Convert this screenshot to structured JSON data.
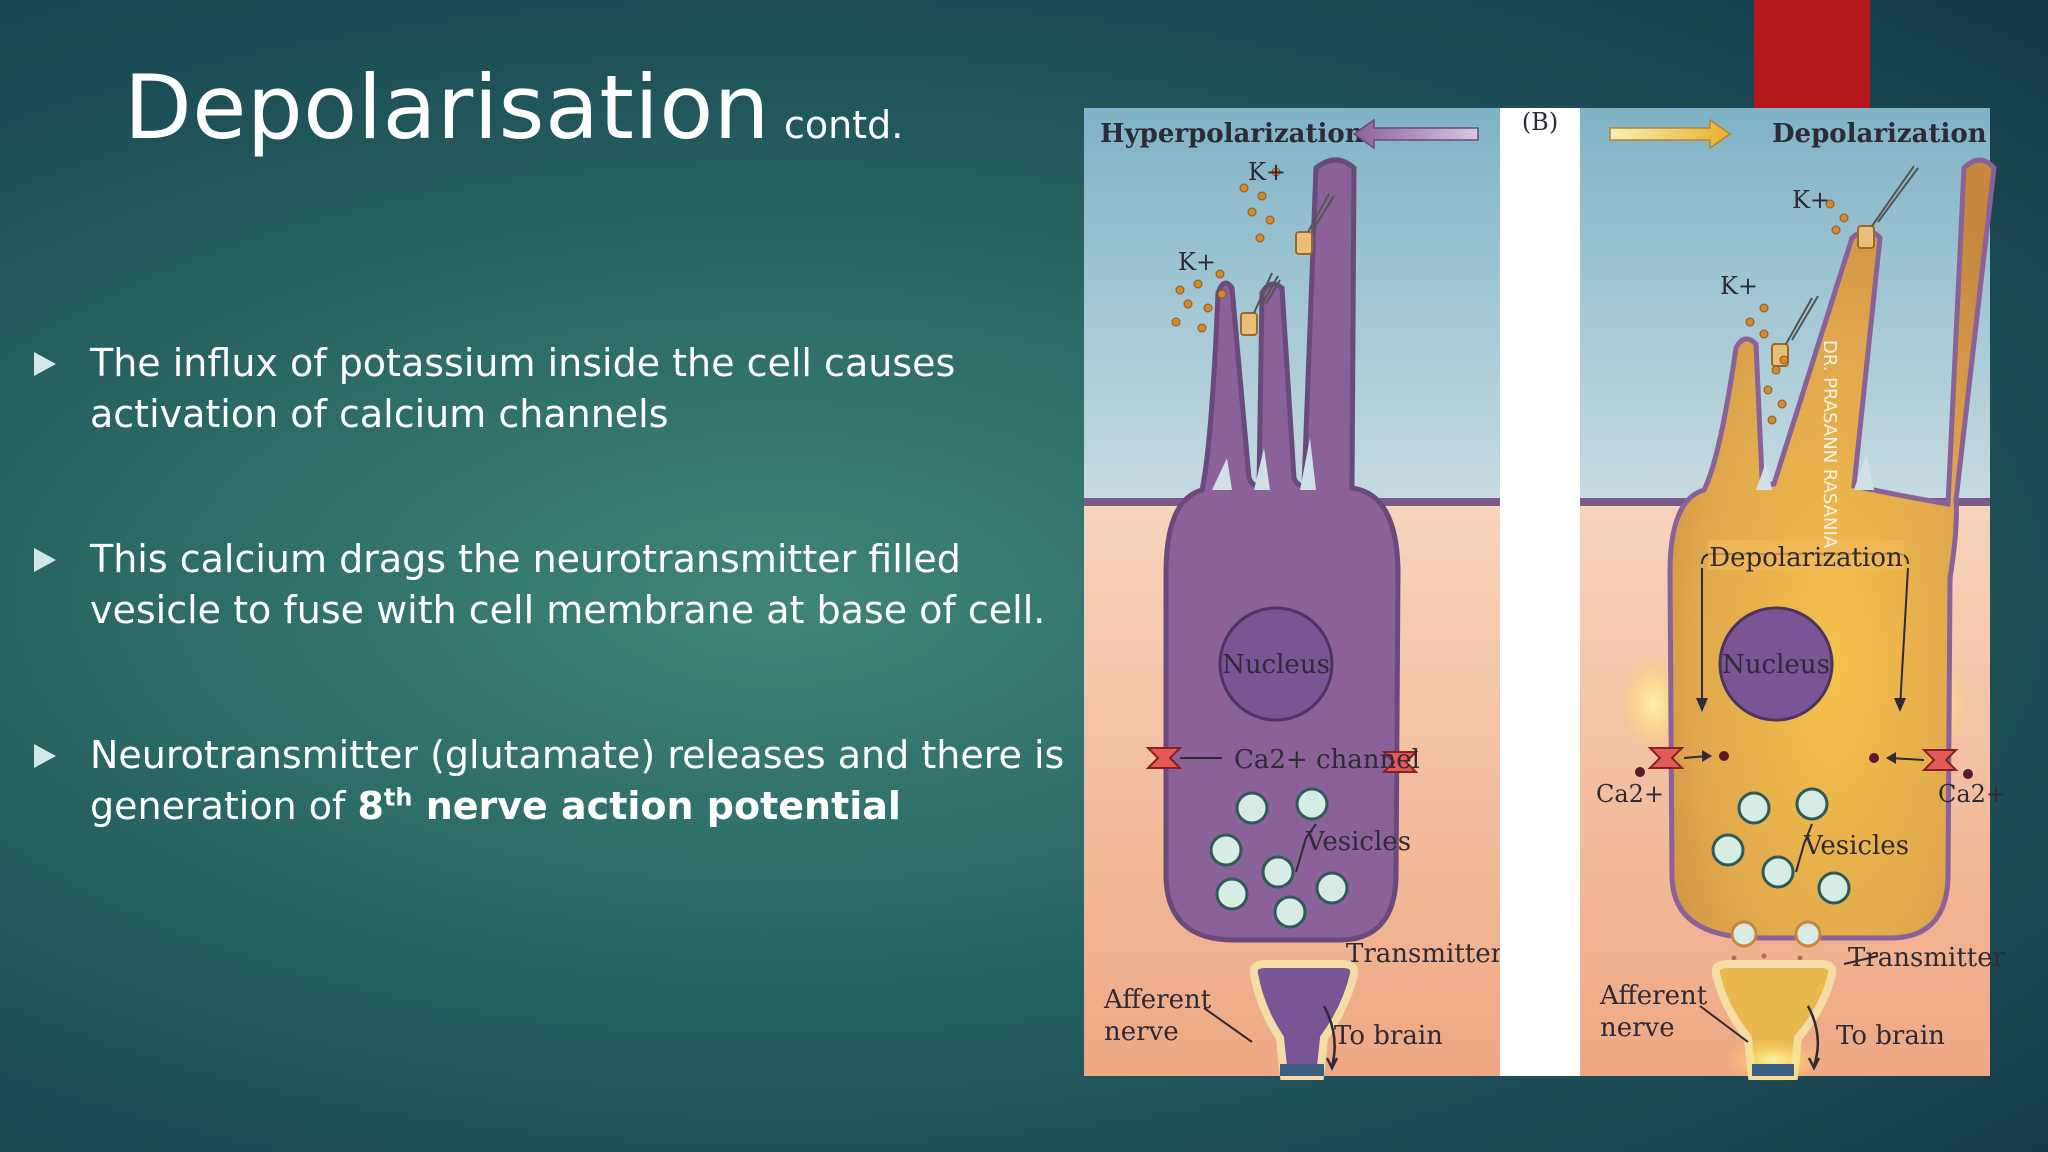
{
  "slide": {
    "title": "Depolarisation",
    "title_suffix": "contd.",
    "bullets": [
      {
        "text": "The influx of potassium inside the cell causes activation of calcium channels"
      },
      {
        "text": "This calcium drags the neurotransmitter filled vesicle to fuse with cell membrane at base of cell."
      },
      {
        "text_before": "Neurotransmitter (glutamate) releases and there is generation of ",
        "bold_number": "8",
        "bold_sup": "th",
        "bold_rest": " nerve action potential"
      }
    ]
  },
  "figure": {
    "panel_label": "(B)",
    "left_panel": {
      "heading": "Hyperpolarization",
      "ion_k_1": "K+",
      "ion_k_2": "K+",
      "nucleus": "Nucleus",
      "ca_channel": "Ca2+ channel",
      "vesicles": "Vesicles",
      "transmitter": "Transmitter",
      "afferent_line1": "Afferent",
      "afferent_line2": "nerve",
      "to_brain": "To brain"
    },
    "right_panel": {
      "heading": "Depolarization",
      "ion_k_1": "K+",
      "ion_k_2": "K+",
      "depolarization_label": "Depolarization",
      "nucleus": "Nucleus",
      "ca_left": "Ca2+",
      "ca_right": "Ca2+",
      "vesicles": "Vesicles",
      "transmitter": "Transmitter",
      "afferent_line1": "Afferent",
      "afferent_line2": "nerve",
      "to_brain": "To brain"
    },
    "watermark": "DR. PRASANN RASANIA",
    "colors": {
      "cell_purple": "#8a6199",
      "cell_depolarized": "#e0a84e",
      "sky": "#a8c8d6",
      "tissue": "#f1c3a6",
      "membrane_line": "#7a5a88"
    }
  }
}
